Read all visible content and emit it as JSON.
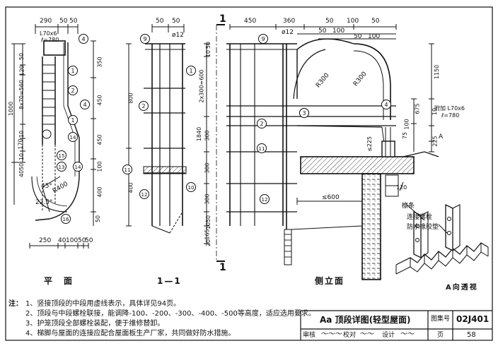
{
  "views": {
    "plan": "平　面",
    "section": "1—1",
    "side": "侧立面",
    "detail_a": "A向透视"
  },
  "cut_mark": "1",
  "plan_dims": {
    "top": [
      "290",
      "50",
      "50"
    ],
    "angle_label": "L70x6",
    "length_label": "ℓ=780",
    "left_vertical": [
      "1000",
      "8x70=560",
      "120",
      "50",
      "10",
      "170",
      "10",
      "50",
      "40"
    ],
    "radius": "R400",
    "angles": [
      "45°",
      "22.5°"
    ],
    "bottom": [
      "250",
      "40",
      "100",
      "50",
      "50"
    ],
    "right_vertical": [
      "350",
      "450",
      "400",
      "100",
      "450",
      "50"
    ]
  },
  "section_dims": {
    "top": [
      "50",
      "50"
    ],
    "pipe": "ø12",
    "vertical": [
      "800",
      "400"
    ]
  },
  "side_dims": {
    "top": [
      "450",
      "360",
      "50",
      "100",
      "50",
      "ø12",
      "50",
      "100",
      "50",
      "100"
    ],
    "left_vertical": [
      "50",
      "10",
      "2x300=600",
      "1840",
      "300",
      "300",
      "300",
      "50",
      "10",
      "165",
      "20"
    ],
    "radii": [
      "R300",
      "R300"
    ],
    "right_vertical": [
      "1150",
      "675",
      "10",
      "100",
      "75",
      "225",
      "≤225"
    ],
    "angle_label": "附加 L70x6",
    "length_label": "ℓ=780",
    "dim_600": "≤600",
    "plate_label": "檩条",
    "bolt_label": "连接螺栓",
    "washer_label": "防水橡胶垫",
    "arrow_a": "A",
    "dim_120": "120"
  },
  "callouts": [
    "1",
    "2",
    "3",
    "4",
    "9",
    "10",
    "11",
    "12",
    "13",
    "14",
    "15",
    "16"
  ],
  "notes": {
    "head": "注：",
    "items": [
      "1、竖接顶段的中段用虚线表示，具体详见94页。",
      "2、顶段与中段螺栓联接，能调降-100、-200、-300、-400、-500等高度，适应选用要求。",
      "3、护笼顶段全部螺栓装配，便于维修替卸。",
      "4、梯脚与屋面的连接应配合屋面板生产厂家，共同做好防水措施。"
    ]
  },
  "title_block": {
    "title": "Aa 顶段详图(轻型屋面)",
    "atlas_label": "图集号",
    "atlas_no": "02J401",
    "review": "审核",
    "check": "校对",
    "design": "设计",
    "page_label": "页",
    "page_no": "58"
  }
}
